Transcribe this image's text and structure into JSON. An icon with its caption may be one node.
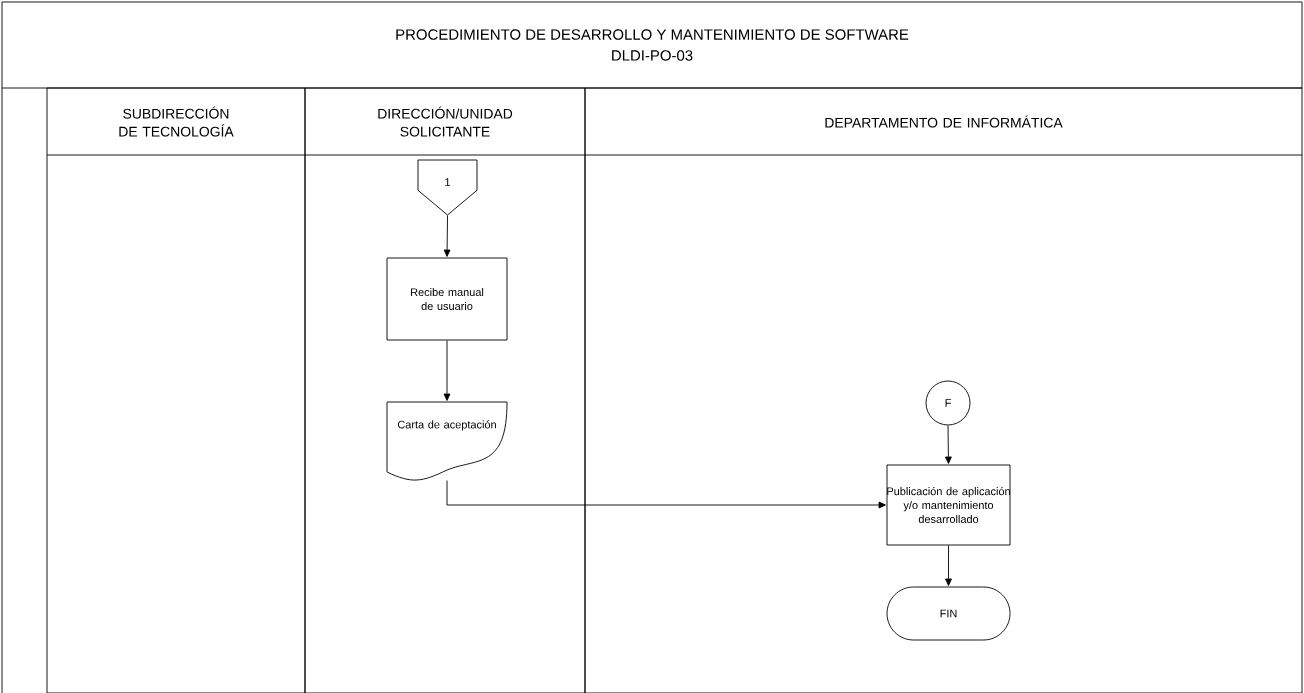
{
  "diagram": {
    "nodes": [
      {
        "text": [
          "PROCEDIMIENTO DE DESARROLLO Y MANTENIMIENTO DE SOFTWARE",
          "DLDI-PO-03"
        ]
      },
      {
        "text": [
          "SUBDIRECCIÓN DE TECNOLOGÍA"
        ]
      },
      {
        "text": [
          "DIRECCIÓN/UNIDAD SOLICITANTE"
        ]
      },
      {
        "text": [
          "DEPARTAMENTO DE INFORMÁTICA"
        ]
      },
      {
        "text": [
          "1"
        ],
        "in": 2
      },
      {
        "text": [
          "Recibe manual de usuario"
        ],
        "in": 2
      },
      {
        "text": [
          "Carta de aceptación"
        ],
        "in": 2
      },
      {
        "text": [
          "F"
        ],
        "in": 3
      },
      {
        "text": [
          "Publicación de aplicación y/o mantenimiento desarrollado"
        ],
        "in": 3
      },
      {
        "text": [
          "FIN"
        ],
        "in": 3
      }
    ],
    "edges": [
      {
        "from": 4,
        "to": 5,
        "arrow": "to"
      },
      {
        "from": 5,
        "to": 6,
        "arrow": "to"
      },
      {
        "from": 6,
        "to": 8,
        "arrow": "to"
      },
      {
        "from": 7,
        "to": 8,
        "arrow": "to"
      },
      {
        "from": 8,
        "to": 9,
        "arrow": "to"
      }
    ]
  }
}
